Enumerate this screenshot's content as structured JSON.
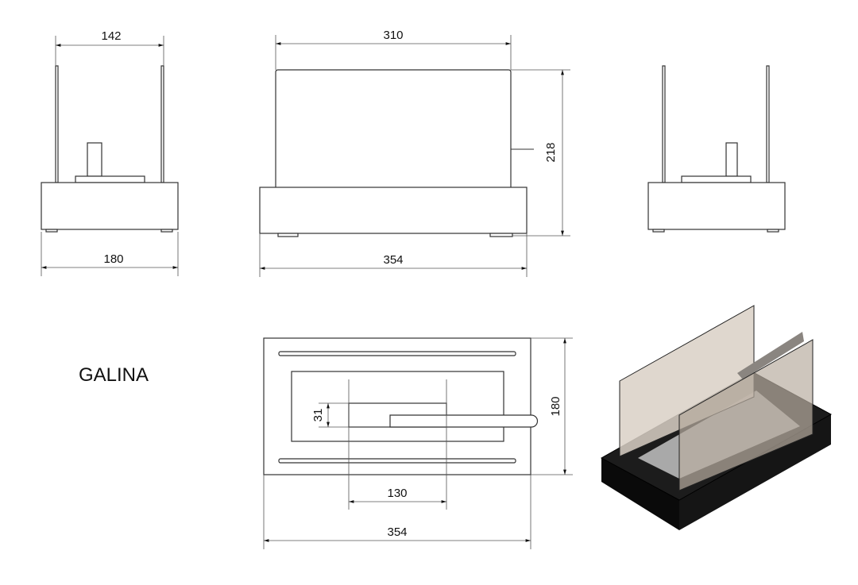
{
  "product_name": "GALINA",
  "dimensions": {
    "side_left_top": "142",
    "side_left_bottom": "180",
    "front_top": "310",
    "front_height": "218",
    "front_bottom": "354",
    "top_burner_depth": "31",
    "top_depth": "180",
    "top_burner_width": "130",
    "top_width": "354"
  },
  "colors": {
    "line": "#333333",
    "base_iso": "#111111",
    "glass": "#d8cfc4",
    "tray": "#a8a8a8"
  }
}
